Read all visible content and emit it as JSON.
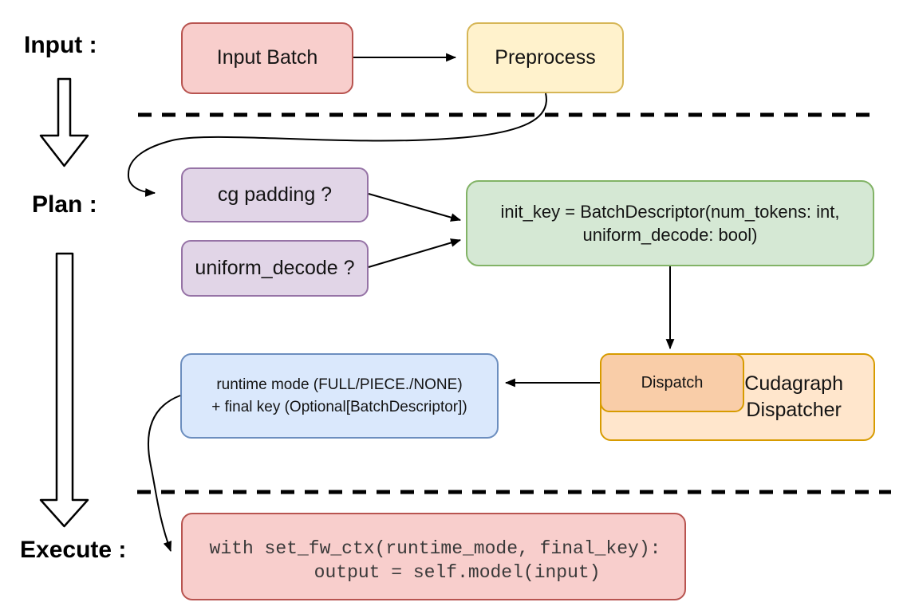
{
  "diagram": {
    "title_note": "cudagraph dispatch flow",
    "stages": {
      "input": {
        "label": "Input :"
      },
      "plan": {
        "label": "Plan :"
      },
      "execute": {
        "label": "Execute :"
      }
    },
    "nodes": {
      "input_batch": {
        "label": "Input Batch"
      },
      "preprocess": {
        "label": "Preprocess"
      },
      "cg_padding": {
        "label": "cg padding ?"
      },
      "uniform_decode": {
        "label": "uniform_decode ?"
      },
      "init_key": {
        "line1": "init_key = BatchDescriptor(num_tokens: int,",
        "line2": "uniform_decode: bool)"
      },
      "dispatch": {
        "label": "Dispatch"
      },
      "cudagraph_dispatcher": {
        "line1": "Cudagraph",
        "line2": "Dispatcher"
      },
      "runtime_mode": {
        "line1": "runtime mode (FULL/PIECE./NONE)",
        "line2": "+ final key (Optional[BatchDescriptor])"
      },
      "execute_code": {
        "line1": "with set_fw_ctx(runtime_mode, final_key):",
        "line2": "    output = self.model(input)"
      }
    },
    "colors": {
      "pink_fill": "#f8cecc",
      "pink_stroke": "#b85450",
      "yellow_fill": "#fff2cc",
      "yellow_stroke": "#d6b656",
      "purple_fill": "#e1d5e7",
      "purple_stroke": "#9673a6",
      "green_fill": "#d5e8d4",
      "green_stroke": "#82b366",
      "blue_fill": "#dae8fc",
      "blue_stroke": "#6c8ebf",
      "orange_fill": "#ffe6cc",
      "orange_inner_fill": "#f9cda8",
      "orange_stroke": "#d79b00",
      "line": "#000000"
    }
  }
}
